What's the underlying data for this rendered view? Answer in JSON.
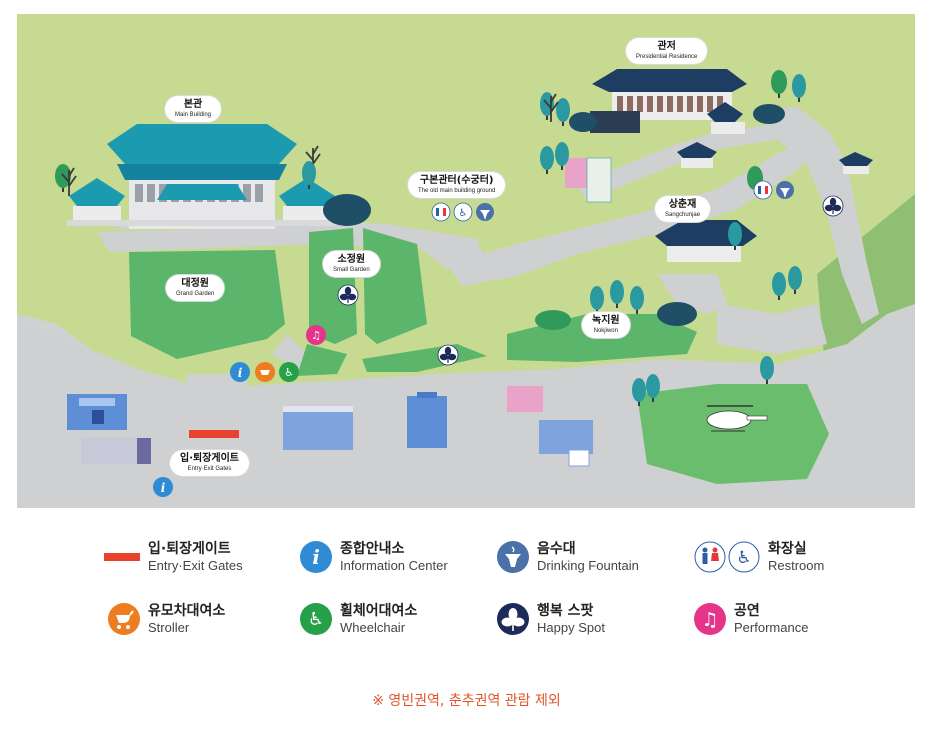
{
  "map": {
    "labels": {
      "main_building": {
        "ko": "본관",
        "en": "Main Building"
      },
      "residence": {
        "ko": "관저",
        "en": "Presidential Residence"
      },
      "old_main": {
        "ko": "구본관터(수궁터)",
        "en": "The old main building ground"
      },
      "grand_garden": {
        "ko": "대정원",
        "en": "Grand Garden"
      },
      "small_garden": {
        "ko": "소정원",
        "en": "Small Garden"
      },
      "sangchunjae": {
        "ko": "상춘재",
        "en": "Sangchunjae"
      },
      "nokjiwon": {
        "ko": "녹지원",
        "en": "Nokjiwon"
      },
      "gates": {
        "ko": "입·퇴장게이트",
        "en": "Entry·Exit Gates"
      }
    }
  },
  "legend": {
    "gate": {
      "ko": "입·퇴장게이트",
      "en": "Entry·Exit Gates"
    },
    "info": {
      "ko": "종합안내소",
      "en": "Information Center"
    },
    "fountain": {
      "ko": "음수대",
      "en": "Drinking Fountain"
    },
    "restroom": {
      "ko": "화장실",
      "en": "Restroom"
    },
    "stroller": {
      "ko": "유모차대여소",
      "en": "Stroller"
    },
    "wheelchair": {
      "ko": "휠체어대여소",
      "en": "Wheelchair"
    },
    "happy": {
      "ko": "행복 스팟",
      "en": "Happy Spot"
    },
    "performance": {
      "ko": "공연",
      "en": "Performance"
    }
  },
  "note": "※ 영빈권역, 춘추권역 관람 제외",
  "colors": {
    "gate": "#e8432e",
    "info": "#2f8bd4",
    "fountain": "#4a72a8",
    "restroom_male": "#2a5fa8",
    "restroom_female": "#e23a3a",
    "stroller": "#ee7d21",
    "wheelchair": "#27a04a",
    "happy": "#1e2b5a",
    "performance": "#e4358a",
    "lawn": "#c5d98f",
    "road": "#cfd0d2",
    "garden": "#5bb56a",
    "note": "#e2542e"
  }
}
